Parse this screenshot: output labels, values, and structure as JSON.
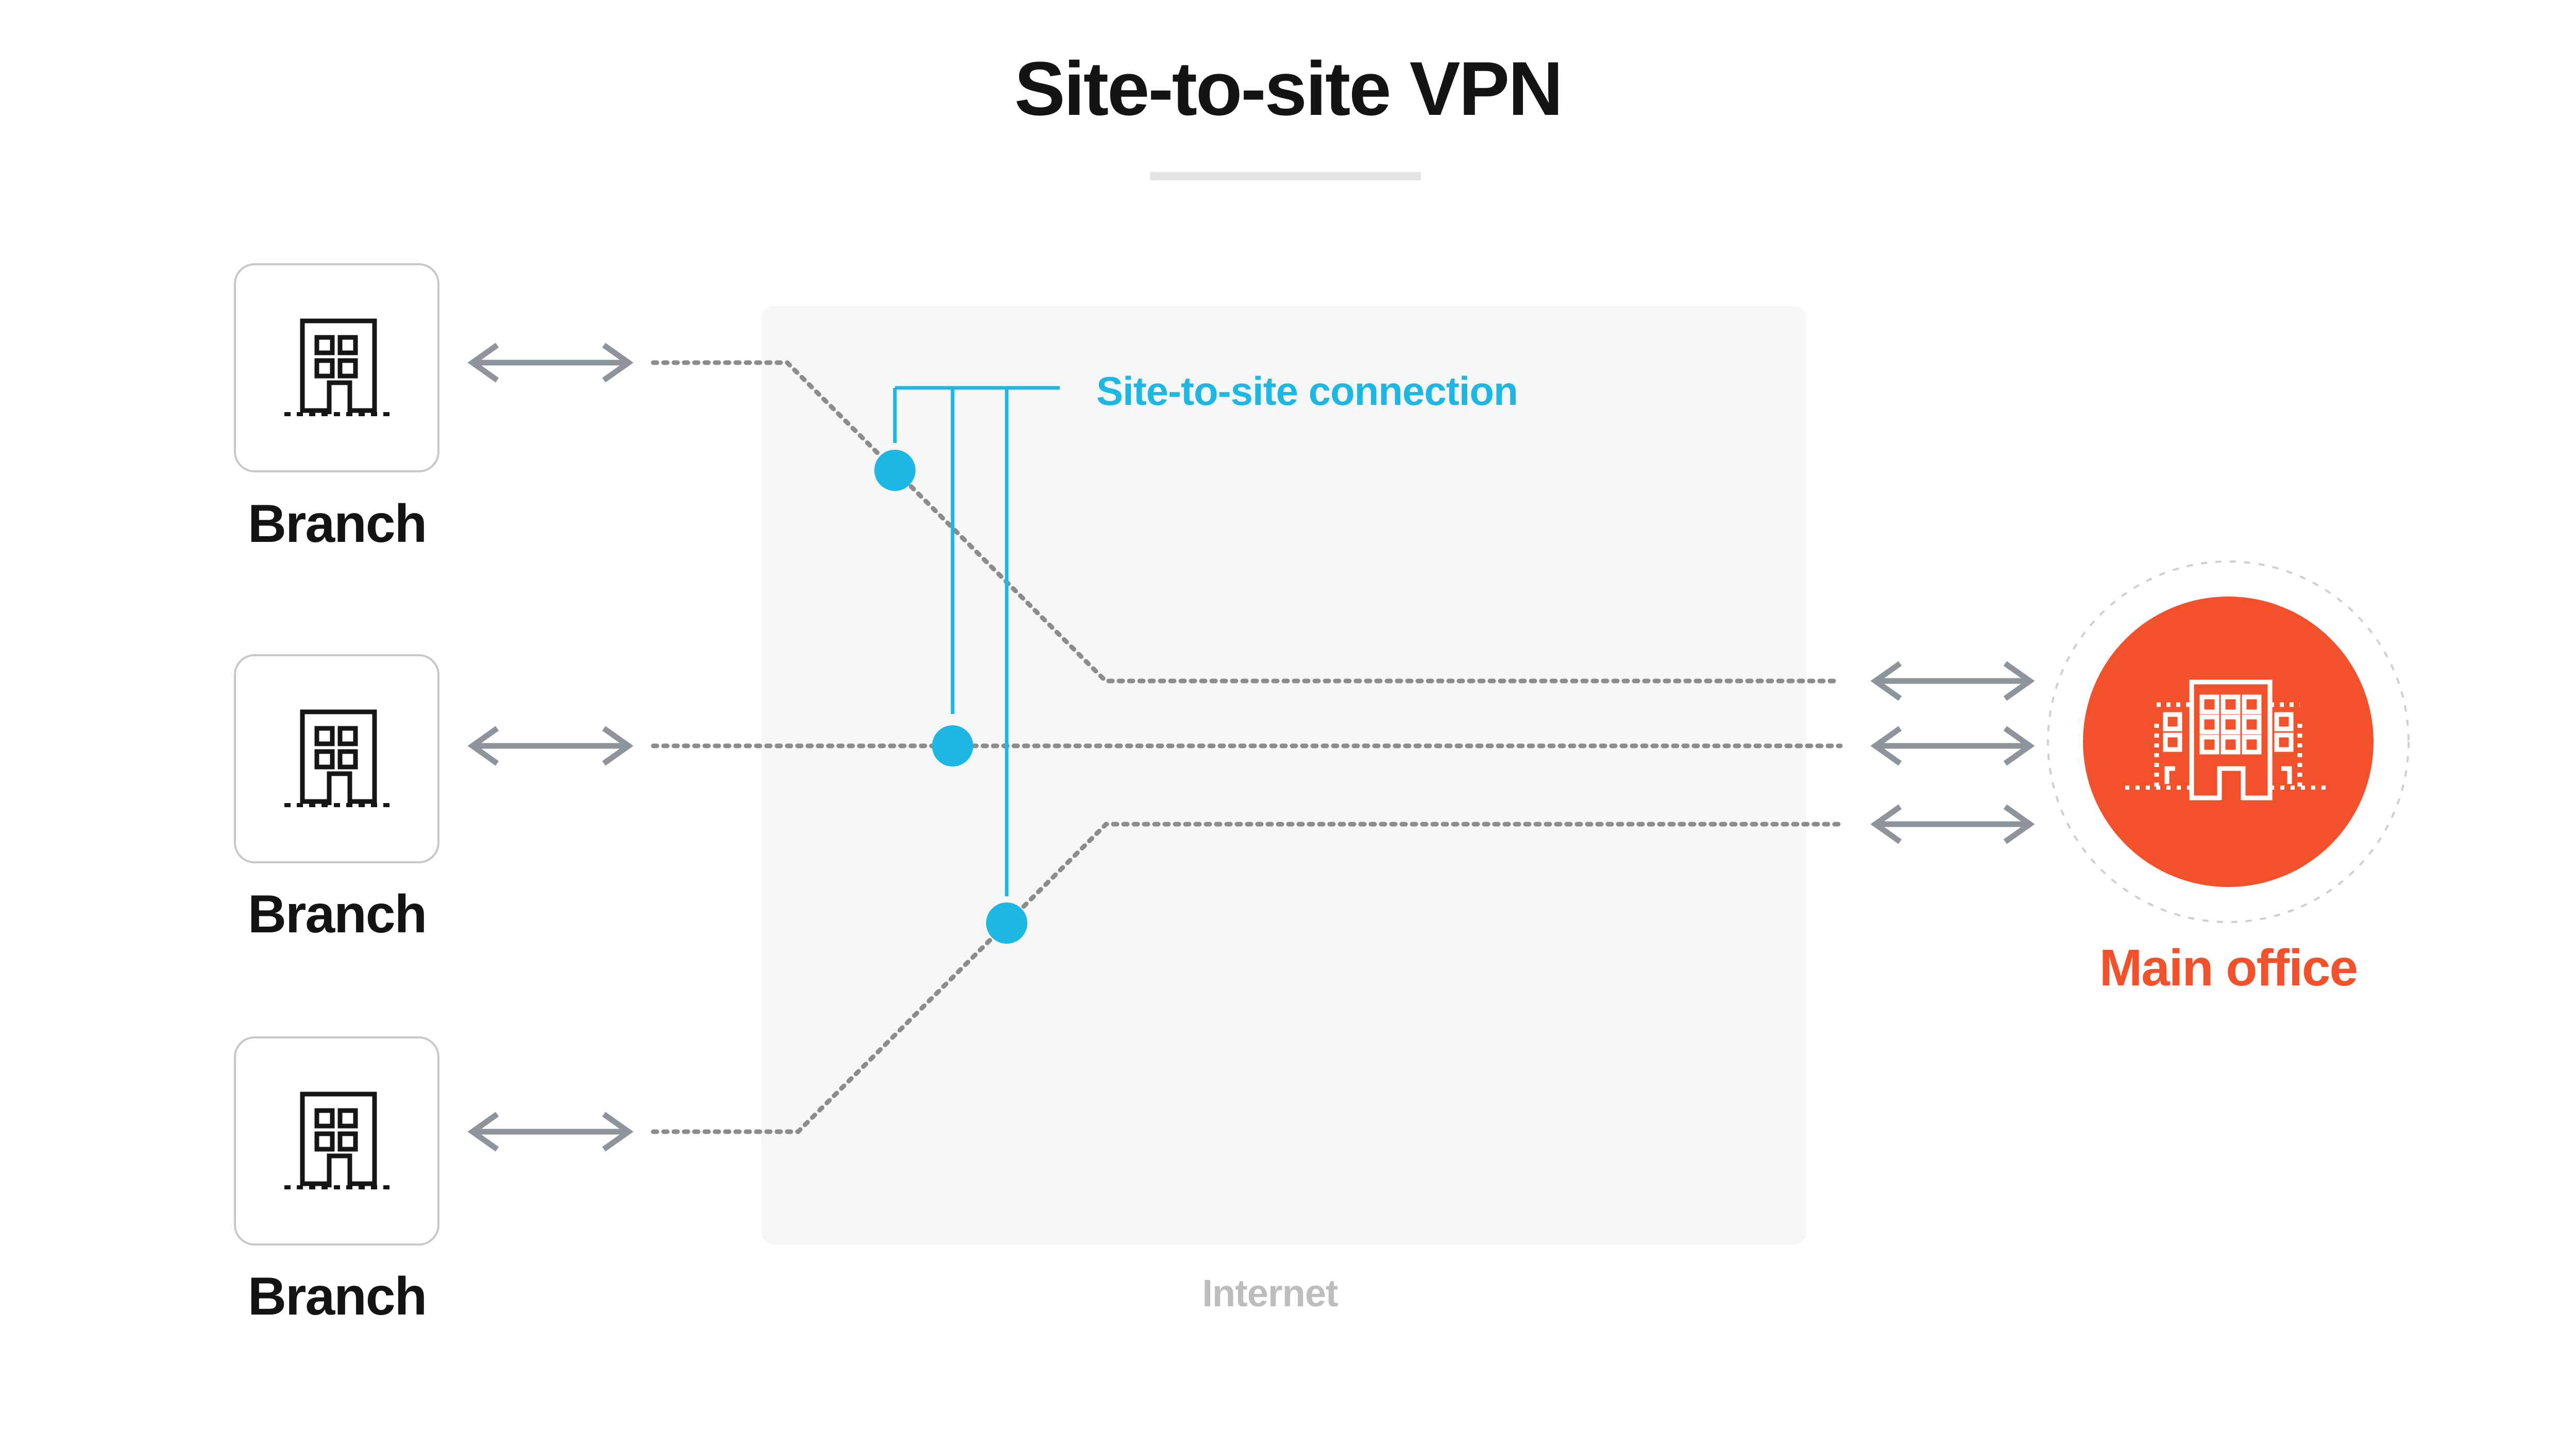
{
  "title": "Site-to-site VPN",
  "diagram": {
    "connection_label": "Site-to-site connection",
    "internet_label": "Internet",
    "main_office_label": "Main office",
    "branches": [
      {
        "label": "Branch"
      },
      {
        "label": "Branch"
      },
      {
        "label": "Branch"
      }
    ]
  },
  "icons": {
    "branch": "building-icon",
    "main_office": "office-building-icon",
    "links": "double-arrow-icon"
  },
  "colors": {
    "accent_cyan": "#1cb7e3",
    "accent_orange": "#f2512c",
    "arrow_gray": "#8e949c",
    "dot_gray": "#8c8c8c",
    "internet_bg": "#f6f6f7",
    "box_border": "#c5c8ca",
    "text_black": "#141415",
    "muted_gray": "#bdbdbd",
    "underline_gray": "#e3e3e3",
    "ring_gray": "#cfcfcf",
    "icon_black": "#161616"
  }
}
